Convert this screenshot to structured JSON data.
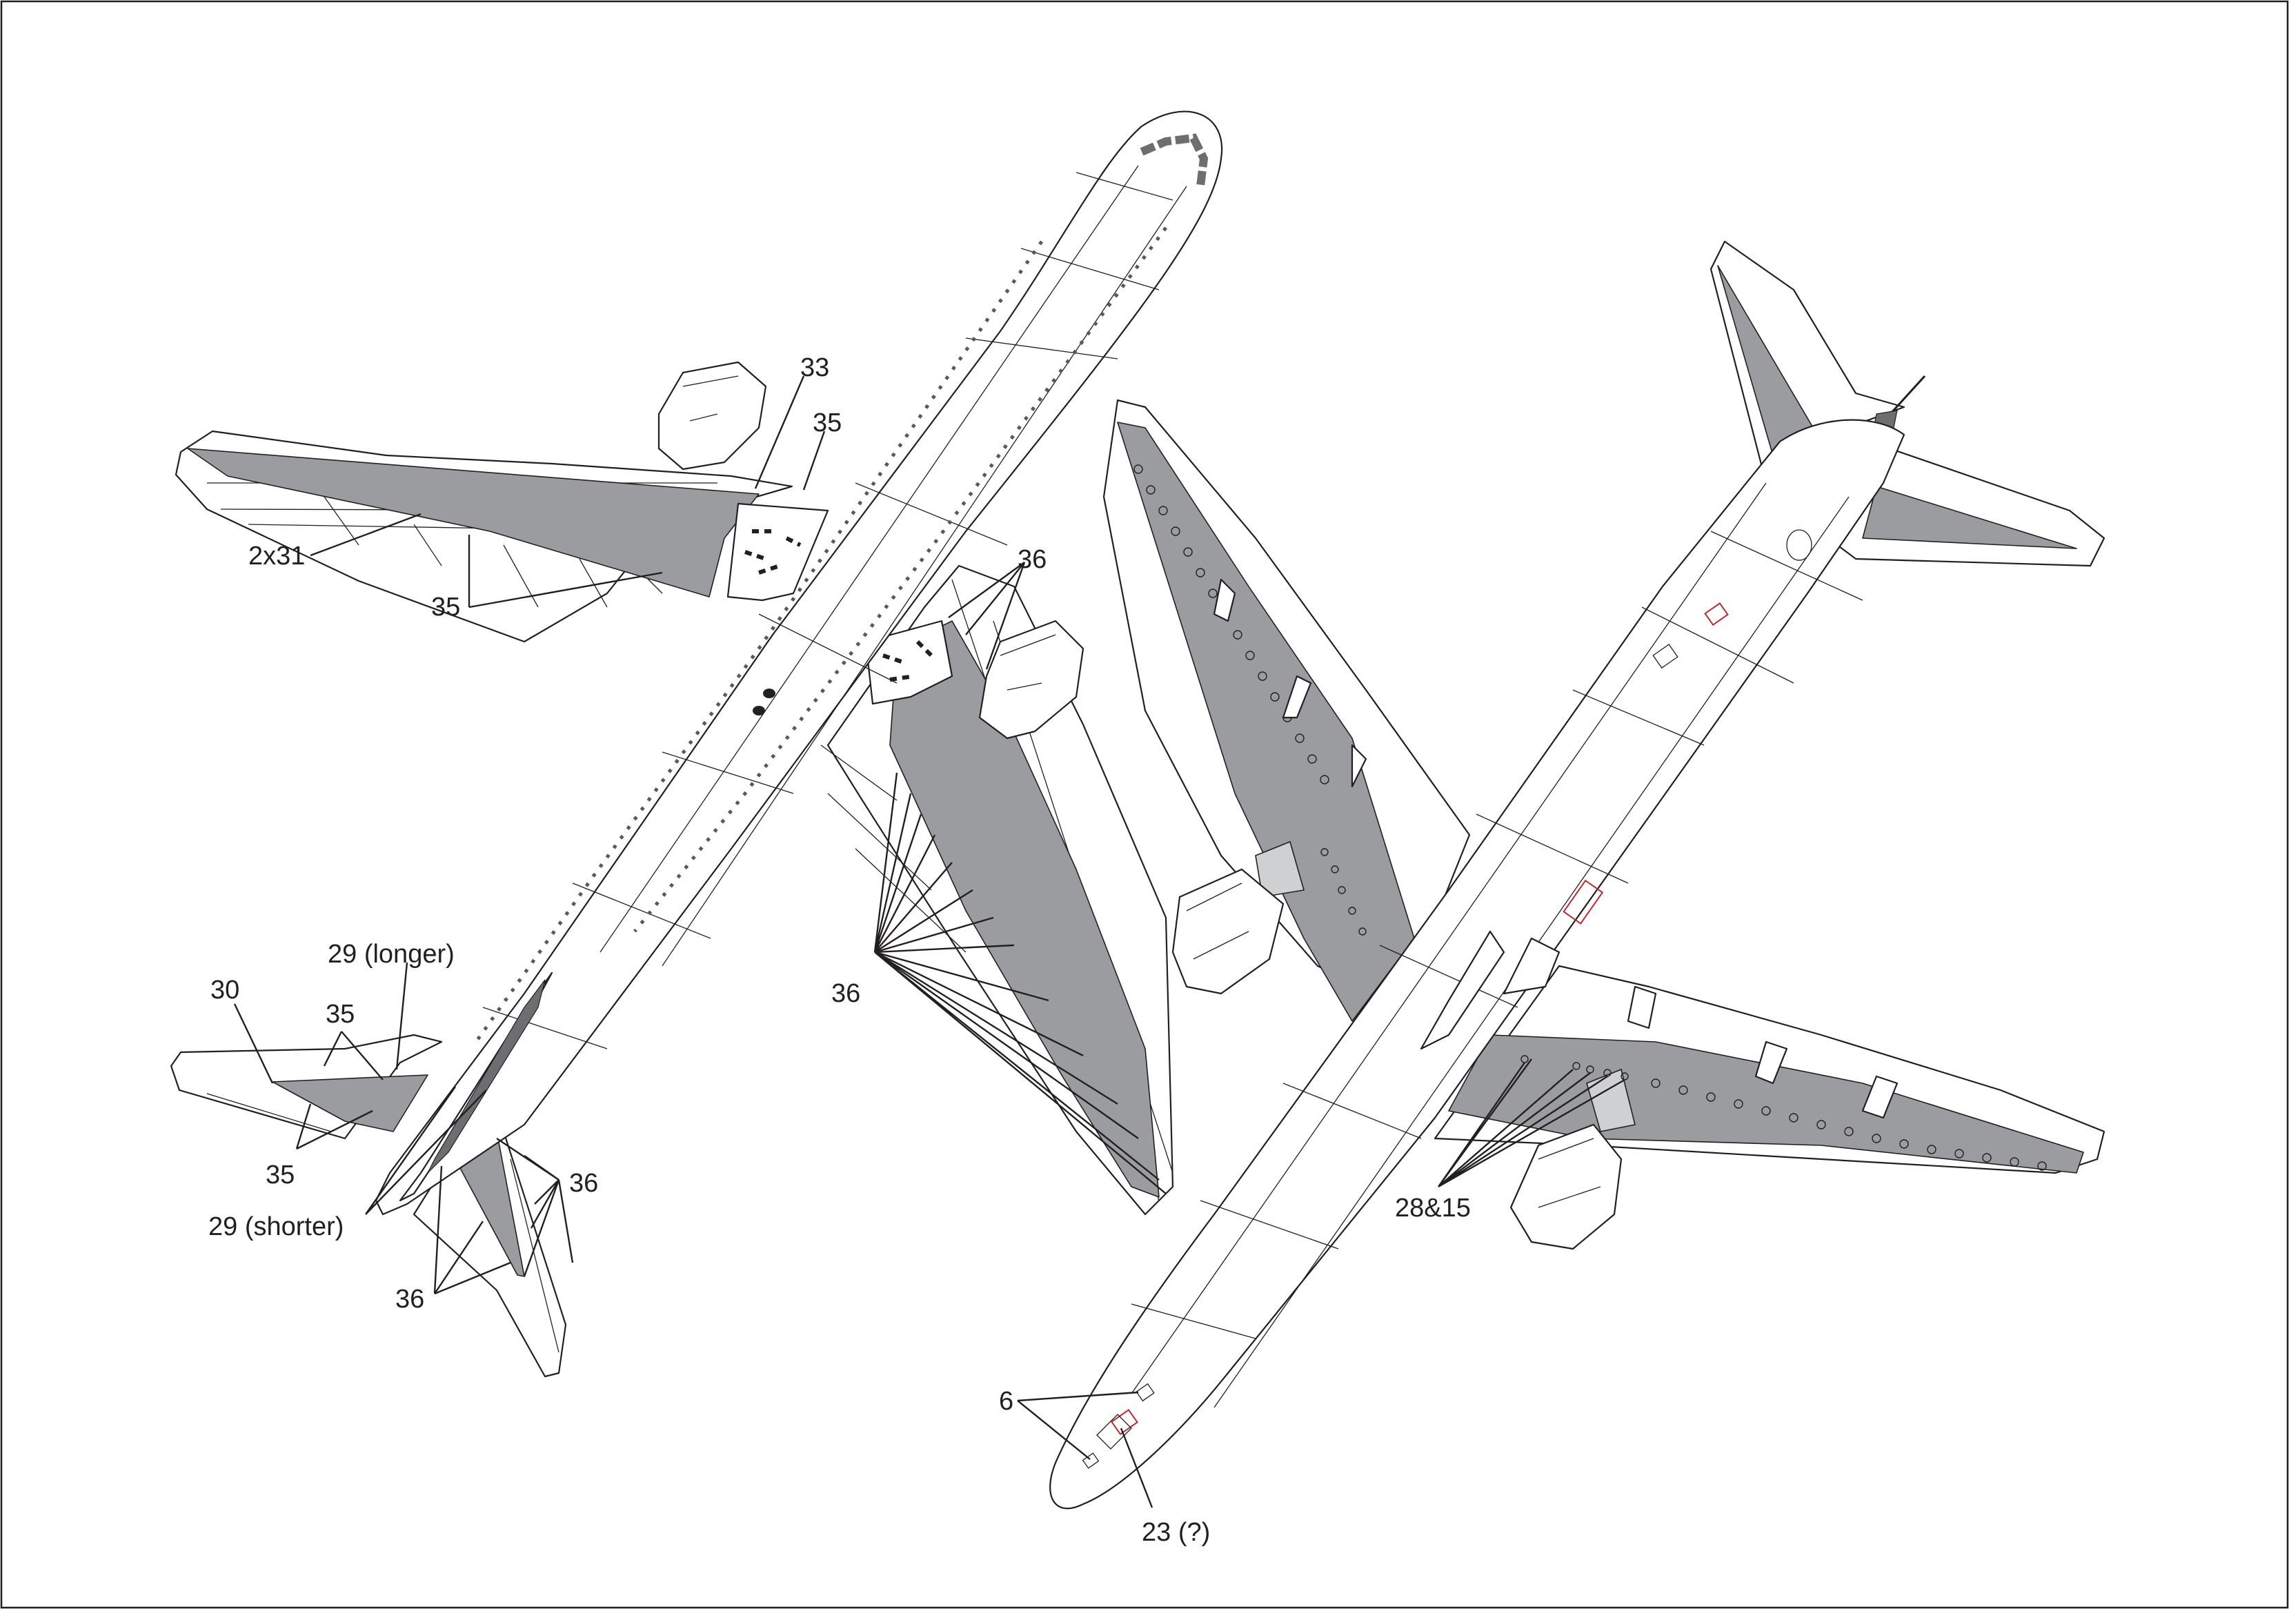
{
  "labels": {
    "top_33": "33",
    "top_35": "35",
    "top_2x31": "2x31",
    "top_35_lower": "35",
    "top_36": "36",
    "mid_36": "36",
    "tail_29_longer": "29 (longer)",
    "tail_30": "30",
    "tail_35_upper": "35",
    "tail_35_lower": "35",
    "tail_29_shorter": "29 (shorter)",
    "tail_36_right": "36",
    "tail_36_left": "36",
    "bottom_28_15": "28&15",
    "bottom_6": "6",
    "bottom_23": "23 (?)"
  },
  "colors": {
    "ink": "#231f20",
    "stencil_grey": "#9a9ca0",
    "light_grey": "#cfd0d2",
    "marking_red": "#c1272d",
    "background": "#ffffff"
  }
}
